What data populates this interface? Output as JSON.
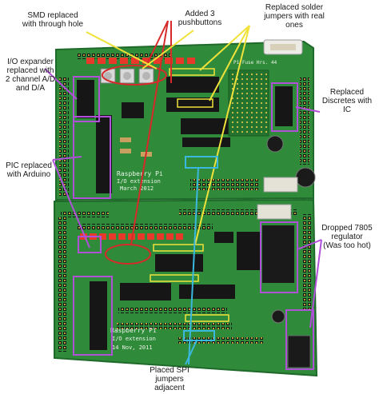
{
  "annotations": {
    "smd": "SMD replaced\nwith through hole",
    "pushbuttons": "Added 3\npushbuttons",
    "jumpers": "Replaced solder\njumpers with real\nones",
    "io_expander": "I/O expander\nreplaced with\n2 channel A/D\nand D/A",
    "discretes": "Replaced\nDiscretes with\nIC",
    "pic": "PIC replaced\nwith Arduino",
    "regulator": "Dropped 7805\nregulator\n(Was too hot)",
    "spi": "Placed SPI\njumpers\nadjacent"
  },
  "board_text": {
    "top_board_title": "Raspberry Pi",
    "top_board_sub": "I/O extension",
    "top_board_date": "March 2012",
    "bottom_board_title": "Raspberry Pi",
    "bottom_board_sub": "I/O extension",
    "bottom_board_date": "14 Nov, 2011",
    "fuse_label": "P1 Fuse Hrs. 44"
  },
  "colors": {
    "pcb": "#2f8a3a",
    "background": "#ffffff",
    "arrow_red": "#d62a2a",
    "arrow_yellow": "#f0e23a",
    "arrow_purple": "#b050d8",
    "arrow_cyan": "#3ab8e0",
    "led_red": "#e8382a"
  }
}
